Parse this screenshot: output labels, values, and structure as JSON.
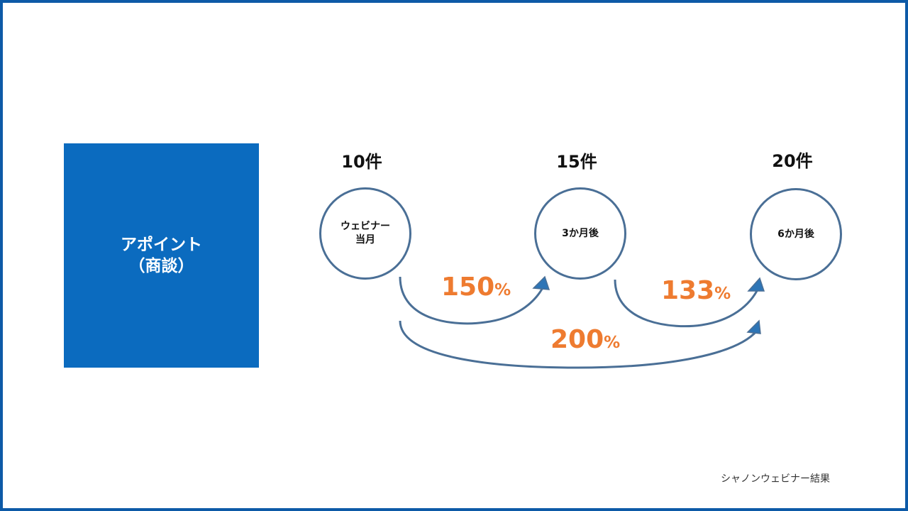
{
  "box": {
    "line1": "アポイント",
    "line2": "（商談）"
  },
  "stages": [
    {
      "count": "10件",
      "line1": "ウェビナー",
      "line2": "当月"
    },
    {
      "count": "15件",
      "line1": "3か月後",
      "line2": ""
    },
    {
      "count": "20件",
      "line1": "6か月後",
      "line2": ""
    }
  ],
  "growth": [
    {
      "value": "150",
      "unit": "%"
    },
    {
      "value": "133",
      "unit": "%"
    },
    {
      "value": "200",
      "unit": "%"
    }
  ],
  "footer": "シャノンウェビナー結果",
  "colors": {
    "box": "#0b6bbf",
    "frame": "#0d5aa7",
    "arrow": "#4a6f96",
    "arrowhead": "#2e75b6",
    "percent": "#ee7b30"
  }
}
